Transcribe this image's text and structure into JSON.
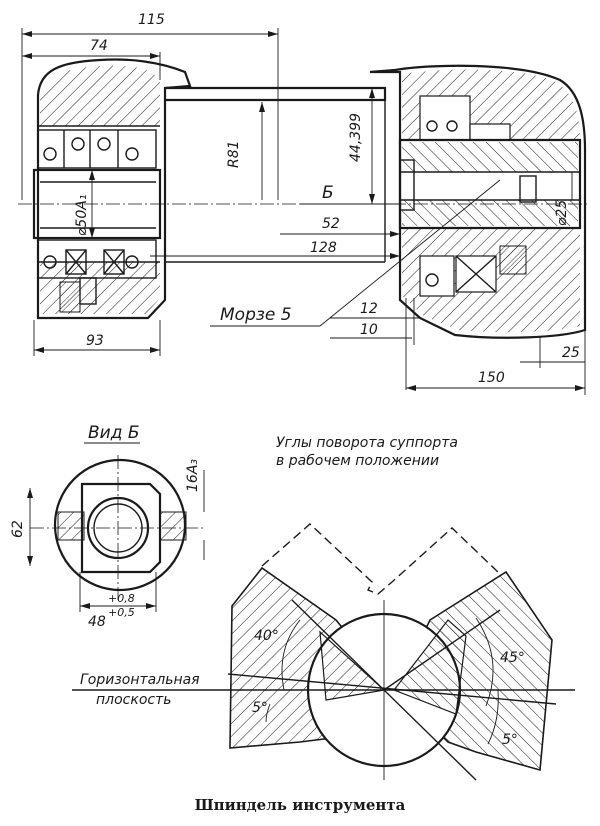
{
  "top_view": {
    "dim_overall": "115",
    "dim_upper": "74",
    "dim_radius": "R81",
    "dim_height": "44,399",
    "label_view": "Б",
    "dim_52": "52",
    "dim_128": "128",
    "dim_dia_bore": "⌀50A₁",
    "dim_dia_25": "⌀25",
    "taper_label": "Морзе 5",
    "dim_12": "12",
    "dim_10": "10",
    "dim_93": "93",
    "dim_25": "25",
    "dim_150": "150"
  },
  "view_b": {
    "title": "Вид Б",
    "dim_62": "62",
    "dim_16": "16A₃",
    "dim_48": "48",
    "tol_upper": "+0,8",
    "tol_lower": "+0,5"
  },
  "angles": {
    "note_line1": "Углы поворота суппорта",
    "note_line2": "в рабочем положении",
    "angle_40": "40°",
    "angle_45": "45°",
    "angle_5_left": "5°",
    "angle_5_right": "5°",
    "horizontal_line1": "Горизонтальная",
    "horizontal_line2": "плоскость"
  },
  "caption": "Шпиндель инструмента"
}
